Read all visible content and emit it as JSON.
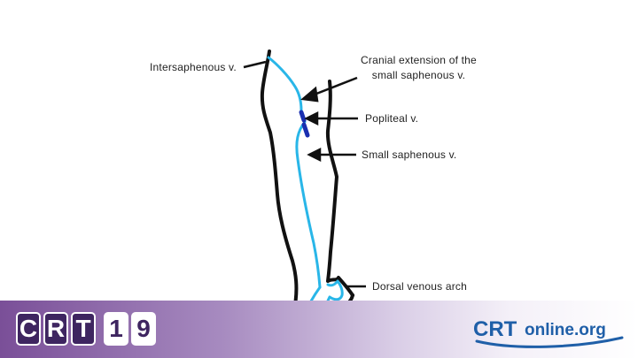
{
  "labels": {
    "intersaphenous": "Intersaphenous v.",
    "cranial_line1": "Cranial extension of the",
    "cranial_line2": "small saphenous v.",
    "popliteal": "Popliteal v.",
    "small_saphenous": "Small saphenous v.",
    "dorsal_arch": "Dorsal venous arch"
  },
  "footer": {
    "crt_letters": [
      "C",
      "R",
      "T"
    ],
    "crt_digits": [
      "1",
      "9"
    ],
    "crtonline_brand": "CRT",
    "crtonline_suffix": "online.org"
  },
  "colors": {
    "leg_outline": "#111111",
    "vein": "#29b6e8",
    "popliteal": "#1a2fb0",
    "arrow": "#111111",
    "footer_purple": "#7a4f98",
    "crtonline_blue": "#1f5fa8"
  }
}
